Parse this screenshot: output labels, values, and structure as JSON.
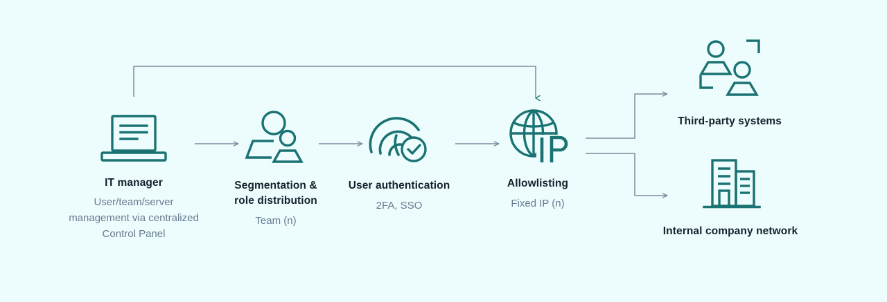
{
  "canvas": {
    "background_color": "#edfdfd",
    "icon_color": "#1b7272",
    "connector_color": "#7a8c9e",
    "title_color": "#16202c",
    "subtitle_color": "#66798f"
  },
  "diagram": {
    "type": "flow",
    "nodes": [
      {
        "id": "it-manager",
        "icon": "laptop-icon",
        "title": "IT manager",
        "subtitle": "User/team/server\nmanagement via centralized\nControl Panel"
      },
      {
        "id": "segmentation",
        "icon": "users-group-icon",
        "title": "Segmentation &\nrole distribution",
        "subtitle": "Team (n)"
      },
      {
        "id": "authentication",
        "icon": "fingerprint-check-icon",
        "title": "User authentication",
        "subtitle": "2FA, SSO"
      },
      {
        "id": "allowlisting",
        "icon": "globe-ip-icon",
        "title": "Allowlisting",
        "subtitle": "Fixed IP (n)"
      },
      {
        "id": "third-party",
        "icon": "third-party-users-icon",
        "title": "Third-party systems",
        "subtitle": ""
      },
      {
        "id": "internal-network",
        "icon": "office-buildings-icon",
        "title": "Internal company network",
        "subtitle": ""
      }
    ],
    "connectors": [
      {
        "id": "arrow-it-manager-to-segmentation",
        "kind": "straight-arrow"
      },
      {
        "id": "arrow-segmentation-to-authentication",
        "kind": "straight-arrow"
      },
      {
        "id": "arrow-authentication-to-allowlisting",
        "kind": "straight-arrow"
      },
      {
        "id": "arrow-feedback-loop",
        "kind": "elbow-arrow"
      },
      {
        "id": "arrow-allowlisting-to-third-party",
        "kind": "elbow-arrow"
      },
      {
        "id": "arrow-allowlisting-to-internal-network",
        "kind": "elbow-arrow"
      }
    ],
    "globe_label": "IP"
  }
}
